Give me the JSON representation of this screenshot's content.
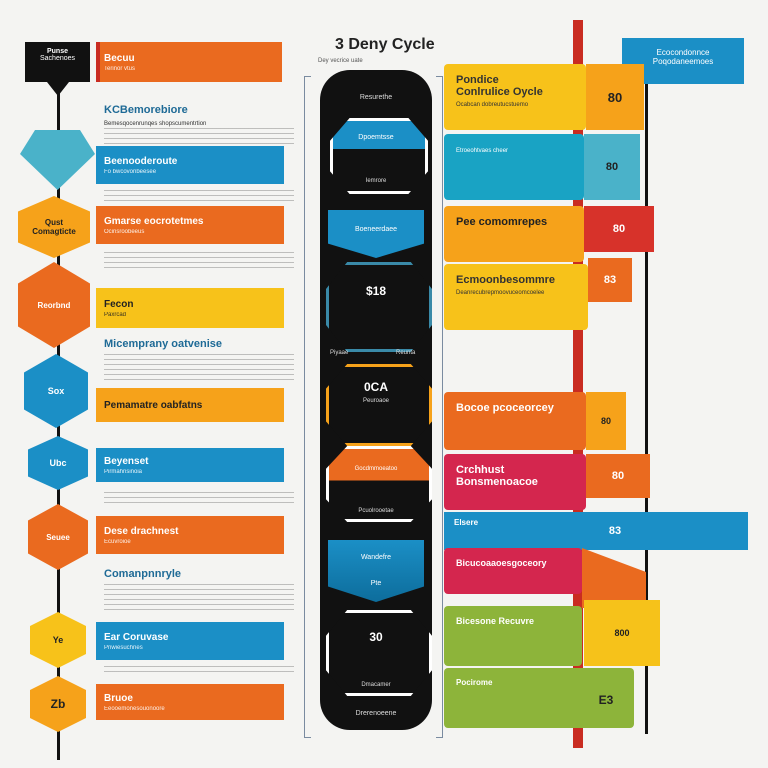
{
  "colors": {
    "orange": "#ea6a1f",
    "amber": "#f6a21a",
    "yellow": "#f7c21a",
    "blue": "#1b8fc6",
    "teal": "#19a3c4",
    "red": "#d7322a",
    "green": "#8db43a",
    "dark": "#111111",
    "magenta": "#d4264e"
  },
  "icons": [
    "hexagon-marker-icon",
    "cycle-node-icon",
    "timeline-pointer-icon"
  ],
  "title": "3 Deny Cycle",
  "title_sub": "Dey vecrice uate",
  "left": {
    "badge": {
      "line1": "Punse",
      "line2": "Sachenoes"
    },
    "top_band": {
      "title": "Becuu",
      "sub": "Terinor vtus"
    },
    "heading1": "KCBemorebiore",
    "para1": "Bemesqocenrunqes shopscumentrtion",
    "band2": {
      "title": "Beenooderoute",
      "sub": "Fo bwcovonbeesee"
    },
    "hex2": {
      "line1": "Qust",
      "line2": "Comagticte"
    },
    "band3": {
      "title": "Gmarse eocrotetmes",
      "sub": "Ocinsroobeeus"
    },
    "hex3": "Reorbnd",
    "band4": {
      "title": "Fecon",
      "sub": "Paxrcad"
    },
    "heading2": "Micemprany oatvenise",
    "hex4": "Sox",
    "band5": {
      "title": "Pemamatre oabfatns",
      "sub": ""
    },
    "hex5": "Ubc",
    "band6": {
      "title": "Beyenset",
      "sub": "Pirmahnsinoia"
    },
    "hex6": "Seuee",
    "band7": {
      "title": "Dese drachnest",
      "sub": "Ecuvroioe"
    },
    "heading3": "Comanpnnryle",
    "hex7": "Ye",
    "band8": {
      "title": "Ear Coruvase",
      "sub": "Pnwiesuchnes"
    },
    "hex8": "Zb",
    "band9": {
      "title": "Bruoe",
      "sub": "Eeooemonesouonoore"
    }
  },
  "center": {
    "top_label": "Resurethe",
    "items": [
      {
        "label": "Dpoemtsse",
        "sub": "Iemrore"
      },
      {
        "label": "Boeneerdaee",
        "sub": ""
      },
      {
        "label": "$18",
        "sub": ""
      },
      {
        "label": "Piyaae",
        "sub": "Reunta"
      },
      {
        "label": "0CA",
        "sub": "Peuroaoe"
      },
      {
        "label": "Gocdmmoeatoo",
        "sub": "Pcuolrooetae"
      },
      {
        "label": "Wandefre",
        "sub": "Pte"
      },
      {
        "label": "30",
        "sub": "Dmacamer"
      }
    ],
    "bottom_label": "Drerenoeene"
  },
  "right": {
    "banner": {
      "line1": "Ecocondonnce",
      "line2": "Poqodaneemoes"
    },
    "cards": [
      {
        "title": "Pondice",
        "title2": "Conlrulice Oycle",
        "text": "Ocabcan dobreutucstuemo",
        "tab": "80"
      },
      {
        "title": "",
        "title2": "",
        "text": "Etroeohtvaes cheer",
        "tab": "80"
      },
      {
        "title": "Pee comomrepes",
        "title2": "",
        "text": "",
        "tab": "80"
      },
      {
        "title": "Ecmoonbesommre",
        "title2": "",
        "text": "Deanrecubrepmoovuceomcoelee",
        "tab": "83"
      },
      {
        "title": "Bocoe pcoceorcey",
        "title2": "",
        "text": "",
        "tab": "80"
      },
      {
        "title": "Crchhust Bonsmenoacoe",
        "title2": "",
        "text": "",
        "tab": "80"
      },
      {
        "title": "Elsere",
        "title2": "",
        "text": "",
        "tab": "83"
      },
      {
        "title": "Bicucoaaoesgoceory",
        "title2": "",
        "text": "",
        "tab": ""
      },
      {
        "title": "Bicesone Recuvre",
        "title2": "",
        "text": "",
        "tab": "800"
      },
      {
        "title": "Pocirome",
        "title2": "",
        "text": "",
        "tab": "E3"
      }
    ]
  }
}
